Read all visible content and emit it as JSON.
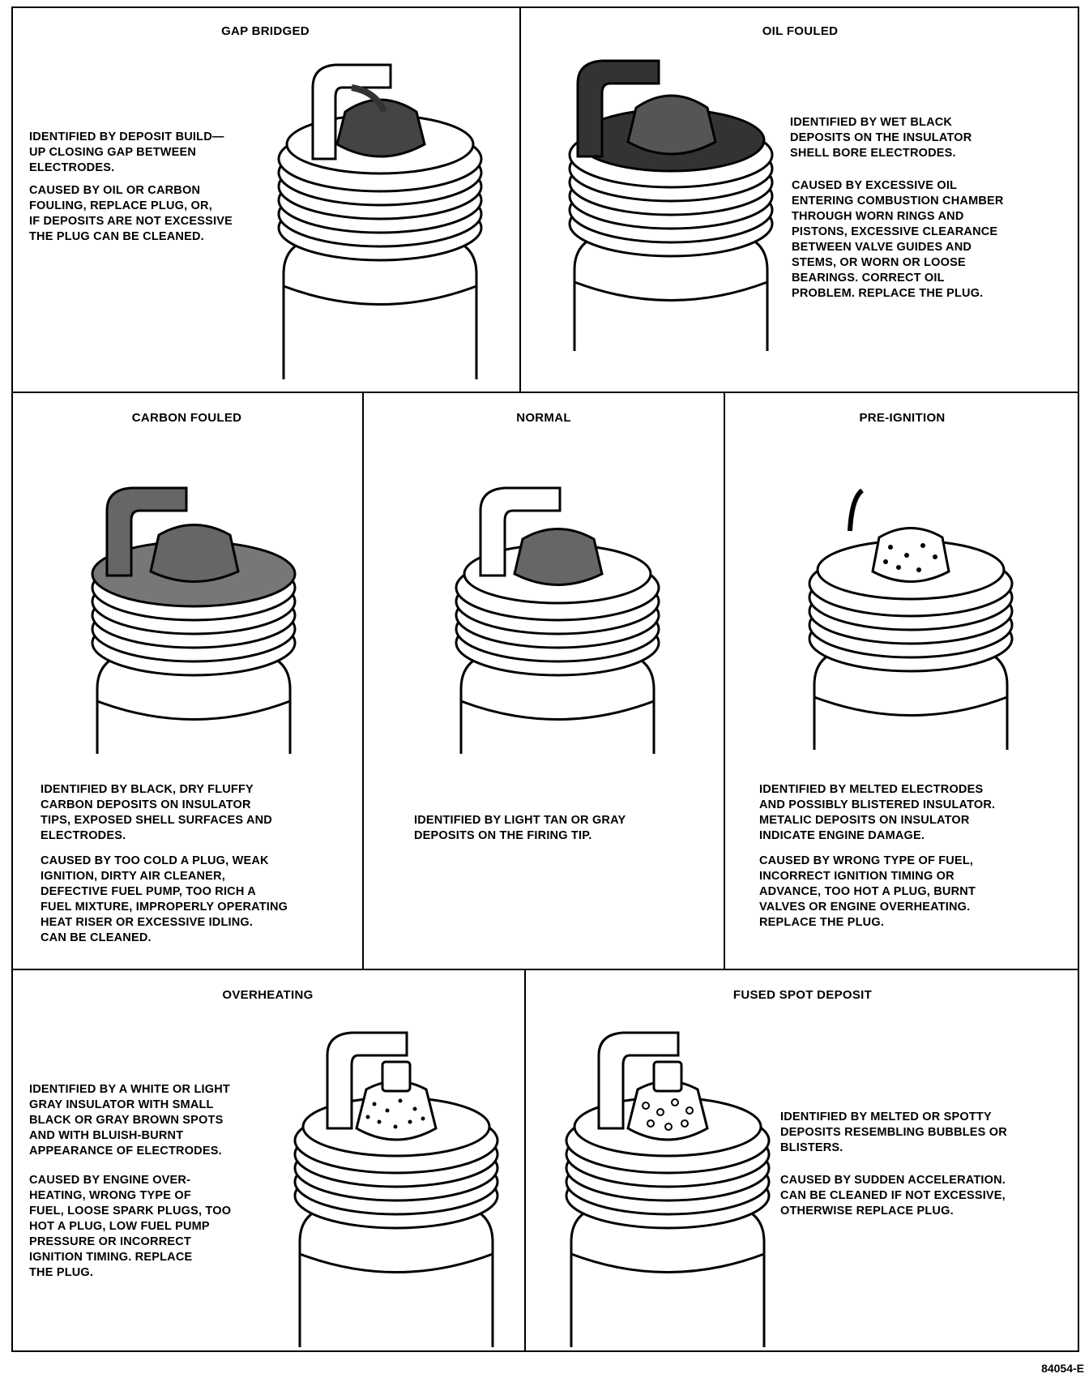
{
  "panels": {
    "gap_bridged": {
      "title": "GAP BRIDGED",
      "identified": "IDENTIFIED BY DEPOSIT BUILD—\nUP CLOSING GAP BETWEEN\nELECTRODES.",
      "caused": "CAUSED BY OIL OR CARBON\nFOULING, REPLACE PLUG, OR,\nIF DEPOSITS ARE NOT EXCESSIVE\nTHE PLUG CAN BE CLEANED."
    },
    "oil_fouled": {
      "title": "OIL FOULED",
      "identified": "IDENTIFIED BY WET BLACK\nDEPOSITS ON THE INSULATOR\nSHELL BORE ELECTRODES.",
      "caused": "CAUSED BY EXCESSIVE OIL\nENTERING COMBUSTION CHAMBER\nTHROUGH WORN RINGS AND\nPISTONS, EXCESSIVE CLEARANCE\nBETWEEN VALVE GUIDES AND\nSTEMS, OR WORN OR LOOSE\nBEARINGS. CORRECT OIL\nPROBLEM. REPLACE THE PLUG."
    },
    "carbon_fouled": {
      "title": "CARBON FOULED",
      "identified": "IDENTIFIED BY BLACK, DRY FLUFFY\nCARBON DEPOSITS ON INSULATOR\nTIPS, EXPOSED SHELL SURFACES AND\nELECTRODES.",
      "caused": "CAUSED BY TOO COLD A PLUG, WEAK\nIGNITION, DIRTY AIR CLEANER,\nDEFECTIVE FUEL PUMP, TOO RICH A\nFUEL MIXTURE, IMPROPERLY OPERATING\nHEAT RISER OR EXCESSIVE IDLING.\nCAN BE CLEANED."
    },
    "normal": {
      "title": "NORMAL",
      "identified": "IDENTIFIED BY LIGHT TAN OR GRAY\nDEPOSITS ON THE FIRING TIP."
    },
    "pre_ignition": {
      "title": "PRE-IGNITION",
      "identified": "IDENTIFIED BY MELTED ELECTRODES\nAND POSSIBLY BLISTERED INSULATOR.\nMETALIC DEPOSITS ON INSULATOR\nINDICATE ENGINE DAMAGE.",
      "caused": "CAUSED BY WRONG TYPE OF FUEL,\nINCORRECT IGNITION TIMING OR\nADVANCE, TOO HOT A PLUG, BURNT\nVALVES OR ENGINE OVERHEATING.\nREPLACE THE PLUG."
    },
    "overheating": {
      "title": "OVERHEATING",
      "identified": "IDENTIFIED BY A WHITE OR LIGHT\nGRAY INSULATOR WITH SMALL\nBLACK OR GRAY BROWN SPOTS\nAND WITH BLUISH-BURNT\nAPPEARANCE OF ELECTRODES.",
      "caused": "CAUSED BY ENGINE OVER-\nHEATING, WRONG TYPE OF\nFUEL, LOOSE SPARK PLUGS, TOO\nHOT A PLUG, LOW FUEL PUMP\nPRESSURE OR INCORRECT\nIGNITION TIMING. REPLACE\nTHE PLUG."
    },
    "fused_spot": {
      "title": "FUSED SPOT DEPOSIT",
      "identified": "IDENTIFIED BY MELTED OR SPOTTY\nDEPOSITS RESEMBLING BUBBLES OR\nBLISTERS.",
      "caused": "CAUSED BY SUDDEN ACCELERATION.\nCAN BE CLEANED IF NOT EXCESSIVE,\nOTHERWISE REPLACE PLUG."
    }
  },
  "figure_code": "84054-E"
}
